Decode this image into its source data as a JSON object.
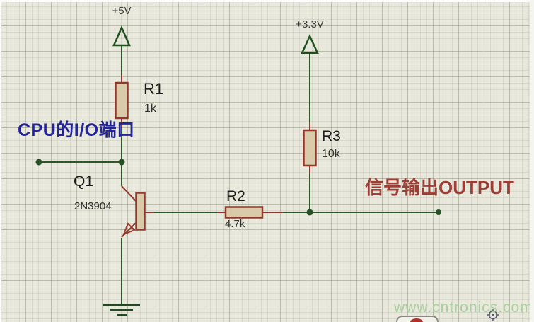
{
  "colors": {
    "background": "#e9e8dd",
    "grid_line": "#c9c9b9",
    "wire": "#2b5a28",
    "junction_dot": "#265226",
    "power_symbol": "#1e511e",
    "ground_symbol": "#234a23",
    "component_outline": "#93392c",
    "component_fill": "#d9cba9",
    "reference_text": "#1c1c1c",
    "annotation_blue": "#23239a",
    "annotation_red": "#9c3e35",
    "watermark_green": "#a9cf9f"
  },
  "power_rails": {
    "rail_5v": "+5V",
    "rail_3v3": "+3.3V"
  },
  "components": {
    "r1": {
      "ref": "R1",
      "value": "1k"
    },
    "r2": {
      "ref": "R2",
      "value": "4.7k"
    },
    "r3": {
      "ref": "R3",
      "value": "10k"
    },
    "q1": {
      "ref": "Q1",
      "value": "2N3904"
    }
  },
  "annotations": {
    "cpu_io": "CPU的I/O端口",
    "signal_output": "信号输出OUTPUT"
  },
  "watermark": "www.cntronics.com"
}
